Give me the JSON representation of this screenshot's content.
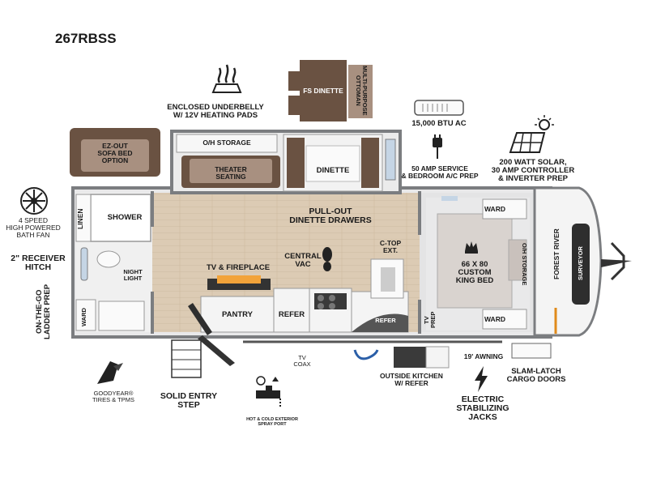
{
  "model": "267RBSS",
  "labels": {
    "enclosed_underbelly": "ENCLOSED UNDERBELLY\nW/ 12V HEATING PADS",
    "fs_dinette": "FS DINETTE",
    "ottoman": "MULTI-PURPOSE OTTOMAN",
    "ac": "15,000 BTU AC",
    "amp_service": "50 AMP SERVICE\n& BEDROOM A/C PREP",
    "solar": "200 WATT SOLAR,\n30 AMP CONTROLLER\n& INVERTER PREP",
    "sofa_bed": "EZ-OUT\nSOFA BED\nOPTION",
    "oh_storage_top": "O/H STORAGE",
    "theater_seating": "THEATER\nSEATING",
    "dinette": "DINETTE",
    "bath_fan": "4 SPEED\nHIGH POWERED\nBATH FAN",
    "linen": "LINEN",
    "shower": "SHOWER",
    "night_light": "NIGHT\nLIGHT",
    "receiver_hitch": "2\" RECEIVER\nHITCH",
    "ladder_prep": "ON-THE-GO\nLADDER PREP",
    "ward_rear": "WARD",
    "pullout_drawers": "PULL-OUT\nDINETTE DRAWERS",
    "central_vac": "CENTRAL\nVAC",
    "ctop_ext": "C-TOP\nEXT.",
    "tv_fireplace": "TV & FIREPLACE",
    "pantry": "PANTRY",
    "refer": "REFER",
    "refer_small": "REFER",
    "tv_prep": "TV\nPREP",
    "ward_top": "WARD",
    "ward_bottom": "WARD",
    "king_bed": "66 X 80\nCUSTOM\nKING BED",
    "oh_storage_bed": "O/H STORAGE",
    "brand": "FOREST RIVER",
    "brand_sub": "SURVEYOR",
    "tv_coax": "TV\nCOAX",
    "awning": "19' AWNING",
    "outside_kitchen": "OUTSIDE KITCHEN\nW/ REFER",
    "cargo_doors": "SLAM-LATCH\nCARGO DOORS",
    "goodyear": "GOODYEAR®\nTIRES & TPMS",
    "entry_step": "SOLID ENTRY\nSTEP",
    "spray_port": "HOT & COLD EXTERIOR\nSPRAY PORT",
    "stabilizing_jacks": "ELECTRIC\nSTABILIZING\nJACKS"
  },
  "colors": {
    "wall": "#7b7d80",
    "floor": "#d8c8b2",
    "sofa": "#6a5242",
    "cushion": "#a89080",
    "bedding": "#d9d3cf",
    "counter": "#f2f2f2",
    "text": "#1a1a1a"
  },
  "icons": [
    "heat-pad-icon",
    "ac-unit-icon",
    "plug-icon",
    "solar-panel-icon",
    "fan-icon",
    "crown-icon",
    "footprint-icon",
    "fireplace-flame-icon",
    "tire-icon",
    "spray-port-icon",
    "lightning-icon",
    "hose-icon"
  ]
}
